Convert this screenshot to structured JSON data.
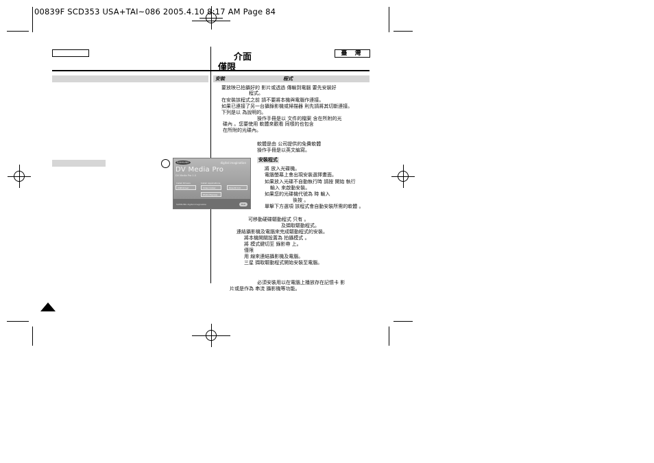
{
  "header": {
    "slug": "00839F SCD353 USA+TAI~086  2005.4.10  8:17 AM  Page 84"
  },
  "page": {
    "title_line1": "介面",
    "title_line2": "僅限",
    "region_badge": "臺 灣"
  },
  "section": {
    "heading": "安裝",
    "heading_suffix": "程式"
  },
  "body_lines": [
    "要放映已拍攝好的         影片或透過        傳輸到電腦  要先安裝好",
    "程式。",
    "在安裝該程式之前 請不要將本機與電腦作連接。",
    "如果已連接了另一台攝錄影機或掃描器 則先請將其切斷連接。",
    "下列是以               為說明的。",
    "操作手冊是以              文件的檔案          含在所附的光",
    "碟內              。您要使用                   軟體來觀看  同樣的也包含",
    "在所附的光碟內。"
  ],
  "software_note": [
    "軟體是由                               公司提供的免費軟體",
    "操作手冊是以英文編寫。"
  ],
  "install": {
    "label": "安裝程式",
    "steps": [
      "將               放入光碟機。",
      "電腦螢幕上會出現安裝選擇畫面。",
      "如果放入光碟不自動執行時 請按 開始    執行",
      "輸入                     來啟動安裝。",
      "如果您的光碟機代號為   時 輸入",
      "後按          。",
      "單擊下方選項 該程式會自動安裝所需的軟體 。"
    ]
  },
  "driver": {
    "lines": [
      "可移動硬碟驅動程式 只有                                。",
      "及擷取驅動程式。",
      "連結攝影機及電腦來完成驅動程式的安裝。",
      "將本機開關設置為                 拍攝模式  。",
      "將         模式鍵切至            錄影帶 上。",
      "僅限",
      "用         線來連結攝影機及電腦。",
      "三星    擷取驅動程式開始安裝至電腦。"
    ]
  },
  "footer_note": [
    "必須安裝用以在電腦上播放存在記憶卡                影",
    "片或是作為        串流                攝影機等功能。"
  ],
  "screenshot": {
    "logo": "SAMSUNG",
    "brand": "digital imagination",
    "app_name": "DV Media Pro",
    "app_sub": "DV Media Pro 1.0",
    "col1_label": "Install Drivers",
    "col2_label": "Install Applications",
    "btn_usb": "USB Driver",
    "btn_video_codec": "Video Codec",
    "btn_directx": "DirectX 9.0",
    "btn_photo": "Photo Express 4.0",
    "exit": "Exit",
    "footer": "SAMSUNG  digital imagination"
  },
  "marker_number": ""
}
